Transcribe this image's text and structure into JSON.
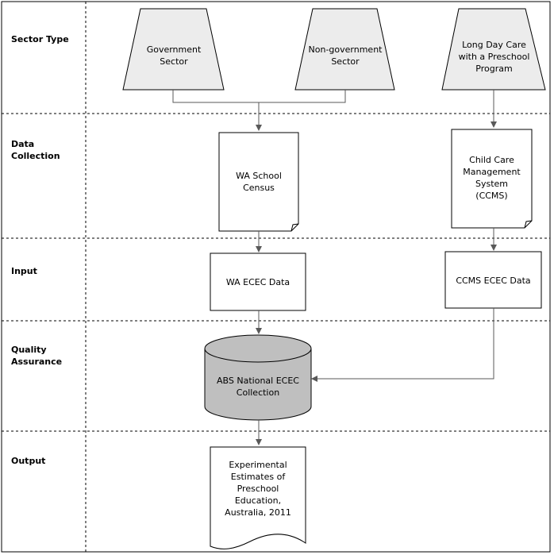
{
  "rows": [
    "Sector Type",
    "Data Collection",
    "Input",
    "Quality Assurance",
    "Output"
  ],
  "nodes": {
    "government_sector": [
      "Government",
      "Sector"
    ],
    "non_government_sector": [
      "Non-government",
      "Sector"
    ],
    "long_day_care": [
      "Long Day Care",
      "with a Preschool",
      "Program"
    ],
    "wa_school_census": [
      "WA School",
      "Census"
    ],
    "ccms": [
      "Child Care",
      "Management",
      "System",
      "(CCMS)"
    ],
    "wa_ecec_data": [
      "WA ECEC Data"
    ],
    "ccms_ecec_data": [
      "CCMS ECEC Data"
    ],
    "abs_collection": [
      "ABS National ECEC",
      "Collection"
    ],
    "experimental_estimates": [
      "Experimental",
      "Estimates of",
      "Preschool",
      "Education,",
      "Australia, 2011"
    ]
  },
  "colors": {
    "trapezoid_fill": "#ececec",
    "cylinder_fill": "#bfbfbf",
    "line": "#000000",
    "connector": "#595959"
  }
}
